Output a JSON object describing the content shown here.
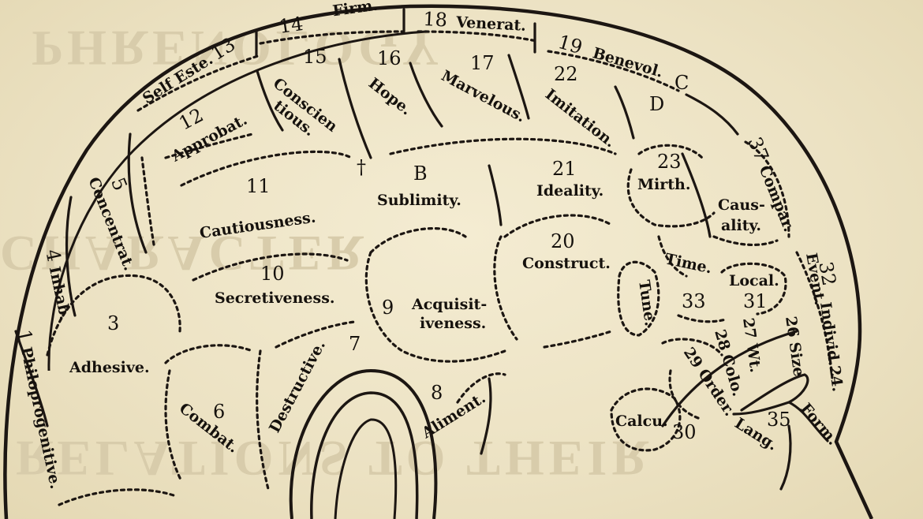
{
  "page": {
    "background_color": "#efe6c9",
    "ink_color": "#1c1612"
  },
  "background_text": [
    "PHRENOLOGY",
    "CHARACTER",
    "RELATIONS TO THEIR"
  ],
  "markers": {
    "c": "C",
    "d": "D",
    "cross": "†"
  },
  "organs": [
    {
      "id": "1",
      "label": "Philoprogenitive."
    },
    {
      "id": "4",
      "label": "Inhab."
    },
    {
      "id": "5",
      "label": "Concentrat."
    },
    {
      "id": "3",
      "label": "Adhesive."
    },
    {
      "id": "12",
      "label": "Approbat."
    },
    {
      "id": "13",
      "label": "Self Este."
    },
    {
      "id": "14",
      "label": "Firm."
    },
    {
      "id": "15",
      "label": "Conscientious."
    },
    {
      "id": "16",
      "label": "Hope."
    },
    {
      "id": "17",
      "label": "Marvelous."
    },
    {
      "id": "18",
      "label": "Venerat."
    },
    {
      "id": "19",
      "label": "Benevol."
    },
    {
      "id": "22",
      "label": "Imitation."
    },
    {
      "id": "11",
      "label": "Cautiousness."
    },
    {
      "id": "10",
      "label": "Secretiveness."
    },
    {
      "id": "B",
      "label": "Sublimity."
    },
    {
      "id": "21",
      "label": "Ideality."
    },
    {
      "id": "23",
      "label": "Mirth."
    },
    {
      "id": "37",
      "label": "Compar."
    },
    {
      "id": "",
      "label": "Causality."
    },
    {
      "id": "20",
      "label": "Construct."
    },
    {
      "id": "9",
      "label": "Acquisitiveness."
    },
    {
      "id": "7",
      "label": "Destructive."
    },
    {
      "id": "6",
      "label": "Combat."
    },
    {
      "id": "8",
      "label": "Aliment."
    },
    {
      "id": "33",
      "label": "Time."
    },
    {
      "id": "",
      "label": "Tune."
    },
    {
      "id": "31",
      "label": "Local."
    },
    {
      "id": "32",
      "label": "Event."
    },
    {
      "id": "24",
      "label": "Individ."
    },
    {
      "id": "26",
      "label": "Size"
    },
    {
      "id": "27",
      "label": "Wt."
    },
    {
      "id": "28",
      "label": "Colo."
    },
    {
      "id": "29",
      "label": "Order."
    },
    {
      "id": "30",
      "label": "Calcu."
    },
    {
      "id": "35",
      "label": "Lang."
    },
    {
      "id": "",
      "label": "Form."
    }
  ],
  "text": {
    "n1": "1",
    "philoprogenitive": "Philoprogenitive.",
    "n4": "4",
    "inhab": "Inhab.",
    "n5": "5",
    "concentrat": "Concentrat.",
    "n3": "3",
    "adhesive": "Adhesive.",
    "n12": "12",
    "approbat": "Approbat.",
    "selfeste": "Self Este.",
    "n13": "13",
    "n14": "14",
    "firm": "Firm.",
    "n15": "15",
    "conscien": "Conscien",
    "tious": "tious.",
    "n16": "16",
    "hope": "Hope.",
    "n17": "17",
    "marvelous": "Marvelous.",
    "n18": "18",
    "venerat": "Venerat.",
    "n19": "19",
    "benevol": "Benevol.",
    "n22": "22",
    "imitation": "Imitation.",
    "n11": "11",
    "cautiousness": "Cautiousness.",
    "n10": "10",
    "secretiveness": "Secretiveness.",
    "nB": "B",
    "sublimity": "Sublimity.",
    "n21": "21",
    "ideality": "Ideality.",
    "n23": "23",
    "mirth": "Mirth.",
    "n37": "37",
    "compar": "Compar.",
    "caus1": "Caus-",
    "caus2": "ality.",
    "n20": "20",
    "construct": "Construct.",
    "n9": "9",
    "acquisit": "Acquisit-",
    "iveness": "iveness.",
    "destructive": "Destructive.",
    "n7": "7",
    "n6": "6",
    "combat": "Combat.",
    "n8": "8",
    "aliment": "Aliment.",
    "time": "Time.",
    "n33": "33",
    "tune": "Tune.",
    "local": "Local.",
    "n31": "31",
    "event": "Event.",
    "n32": "32",
    "individ": "Individ.24.",
    "size": "26 Size",
    "wt": "27 Wt.",
    "colo": "28 Colo.",
    "order": "29 Order.",
    "calcu": "Calcu.",
    "n30": "30",
    "lang": "Lang.",
    "n35": "35",
    "form": "Form."
  }
}
